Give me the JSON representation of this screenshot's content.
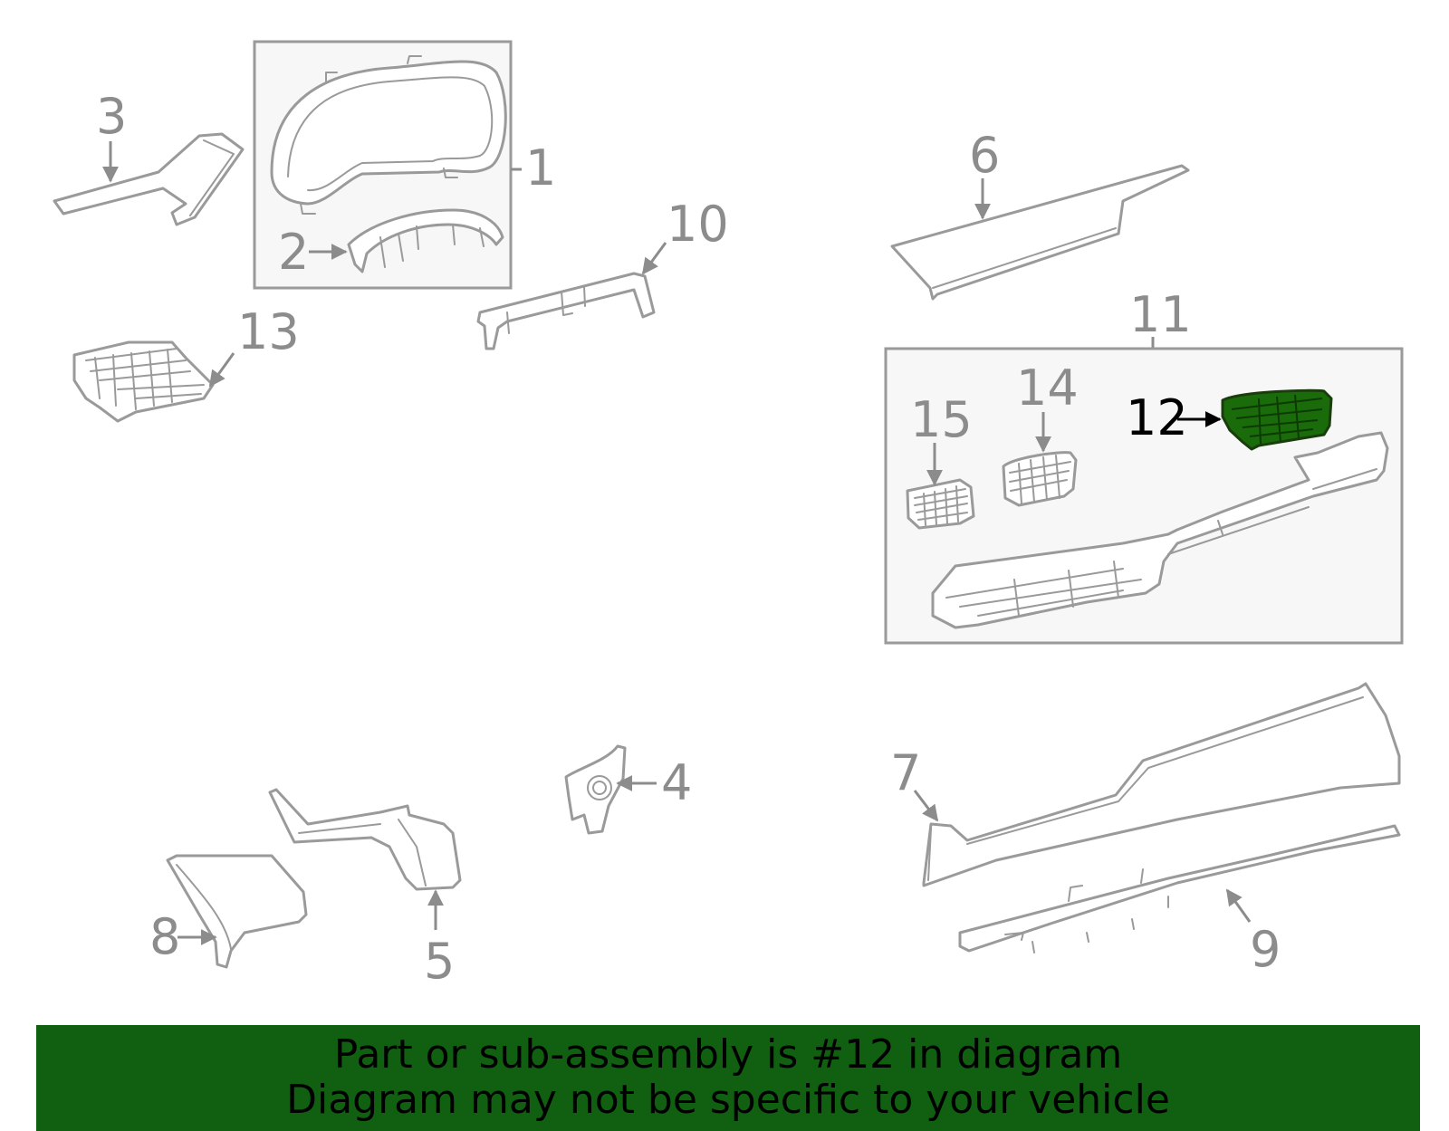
{
  "callouts": {
    "c1": "1",
    "c2": "2",
    "c3": "3",
    "c4": "4",
    "c5": "5",
    "c6": "6",
    "c7": "7",
    "c8": "8",
    "c9": "9",
    "c10": "10",
    "c11": "11",
    "c12": "12",
    "c13": "13",
    "c14": "14",
    "c15": "15"
  },
  "highlight": {
    "part": "12",
    "color": "#1a6b0a"
  },
  "banner": {
    "line1": "Part or sub-assembly is #12 in diagram",
    "line2": "Diagram may not be specific to your vehicle",
    "color": "#116011"
  },
  "colors": {
    "outline": "#9a9a9a",
    "box_fill": "#f7f7f7",
    "label": "#8c8c8c"
  }
}
